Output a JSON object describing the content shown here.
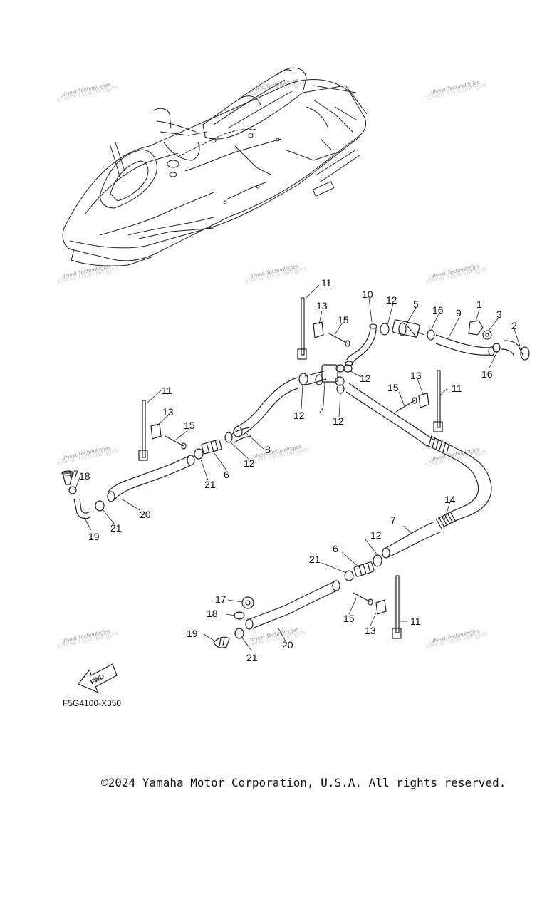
{
  "watermark_text": "vNext Technologies",
  "diagram_code": "F5G4100-X350",
  "fwd_label": "FWD",
  "copyright": "©2024 Yamaha Motor Corporation, U.S.A. All rights reserved.",
  "callouts": [
    {
      "id": "c11a",
      "n": "11"
    },
    {
      "id": "c10",
      "n": "10"
    },
    {
      "id": "c12a",
      "n": "12"
    },
    {
      "id": "c5",
      "n": "5"
    },
    {
      "id": "c16a",
      "n": "16"
    },
    {
      "id": "c9",
      "n": "9"
    },
    {
      "id": "c1",
      "n": "1"
    },
    {
      "id": "c3",
      "n": "3"
    },
    {
      "id": "c2",
      "n": "2"
    },
    {
      "id": "c13a",
      "n": "13"
    },
    {
      "id": "c15a",
      "n": "15"
    },
    {
      "id": "c16b",
      "n": "16"
    },
    {
      "id": "c12b",
      "n": "12"
    },
    {
      "id": "c12c",
      "n": "12"
    },
    {
      "id": "c4",
      "n": "4"
    },
    {
      "id": "c12d",
      "n": "12"
    },
    {
      "id": "c13b",
      "n": "13"
    },
    {
      "id": "c15b",
      "n": "15"
    },
    {
      "id": "c11b",
      "n": "11"
    },
    {
      "id": "c11c",
      "n": "11"
    },
    {
      "id": "c13c",
      "n": "13"
    },
    {
      "id": "c15c",
      "n": "15"
    },
    {
      "id": "c8",
      "n": "8"
    },
    {
      "id": "c12e",
      "n": "12"
    },
    {
      "id": "c6a",
      "n": "6"
    },
    {
      "id": "c21a",
      "n": "21"
    },
    {
      "id": "c17a",
      "n": "17"
    },
    {
      "id": "c18a",
      "n": "18"
    },
    {
      "id": "c20a",
      "n": "20"
    },
    {
      "id": "c21b",
      "n": "21"
    },
    {
      "id": "c19a",
      "n": "19"
    },
    {
      "id": "c14",
      "n": "14"
    },
    {
      "id": "c7",
      "n": "7"
    },
    {
      "id": "c12f",
      "n": "12"
    },
    {
      "id": "c6b",
      "n": "6"
    },
    {
      "id": "c21c",
      "n": "21"
    },
    {
      "id": "c17b",
      "n": "17"
    },
    {
      "id": "c18b",
      "n": "18"
    },
    {
      "id": "c15d",
      "n": "15"
    },
    {
      "id": "c13d",
      "n": "13"
    },
    {
      "id": "c11d",
      "n": "11"
    },
    {
      "id": "c19b",
      "n": "19"
    },
    {
      "id": "c20b",
      "n": "20"
    },
    {
      "id": "c21d",
      "n": "21"
    }
  ]
}
